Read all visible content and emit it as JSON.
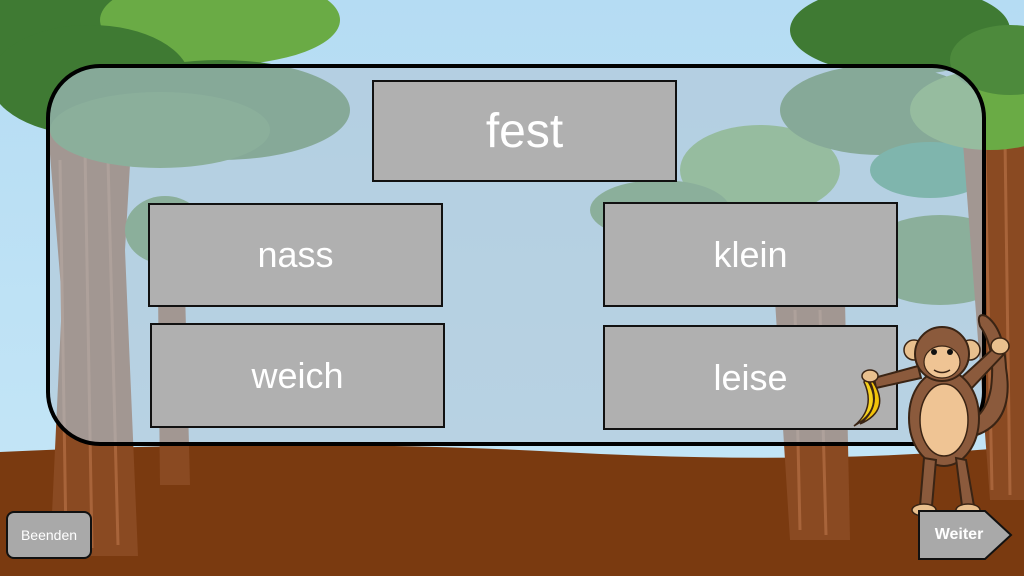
{
  "target_word": "fest",
  "options": [
    "nass",
    "klein",
    "weich",
    "leise"
  ],
  "buttons": {
    "quit": "Beenden",
    "next": "Weiter"
  },
  "colors": {
    "sky_top": "#b5dcf3",
    "sky_bottom": "#c4e6f7",
    "ground": "#7a3a10",
    "card": "#b0b0b0",
    "foliage_dark": "#3f7a33",
    "foliage_light": "#6aab45"
  },
  "icons": [
    "monkey-icon",
    "banana-icon",
    "tree-icon",
    "arrow-right-icon"
  ]
}
